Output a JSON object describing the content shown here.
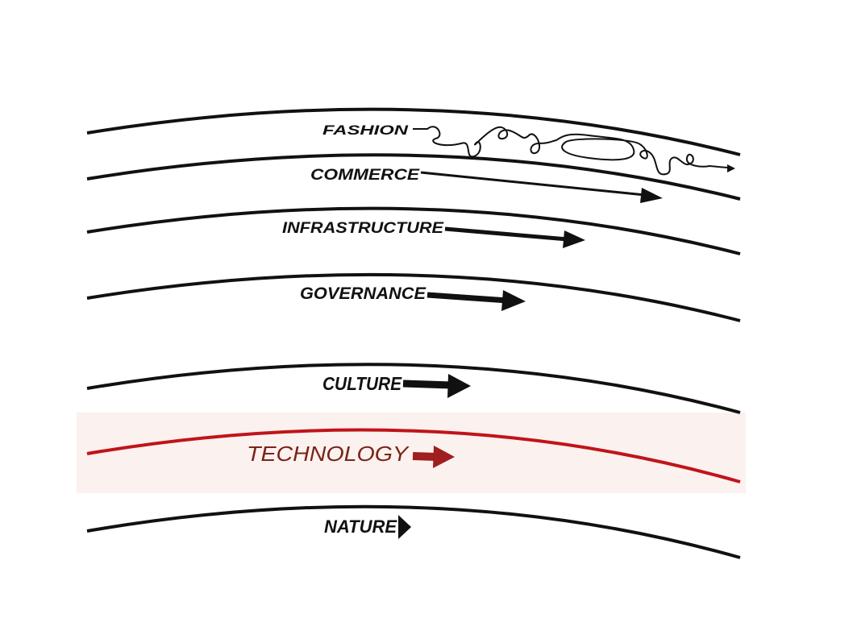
{
  "diagram": {
    "colors": {
      "ink": "#111111",
      "highlight_line": "#c0141a",
      "highlight_text": "#7a2418",
      "highlight_arrow": "#a01e1e",
      "highlight_band": "#fbf1ef",
      "background": "#ffffff"
    },
    "layers": [
      {
        "id": "fashion",
        "label": "FASHION",
        "arrow": "squiggle",
        "highlight": false
      },
      {
        "id": "commerce",
        "label": "COMMERCE",
        "arrow": "long-thin",
        "highlight": false
      },
      {
        "id": "infrastructure",
        "label": "INFRASTRUCTURE",
        "arrow": "long",
        "highlight": false
      },
      {
        "id": "governance",
        "label": "GOVERNANCE",
        "arrow": "medium",
        "highlight": false
      },
      {
        "id": "culture",
        "label": "CULTURE",
        "arrow": "short",
        "highlight": false
      },
      {
        "id": "technology",
        "label": "TECHNOLOGY",
        "arrow": "short",
        "highlight": true
      },
      {
        "id": "nature",
        "label": "NATURE",
        "arrow": "stub",
        "highlight": false
      }
    ]
  }
}
